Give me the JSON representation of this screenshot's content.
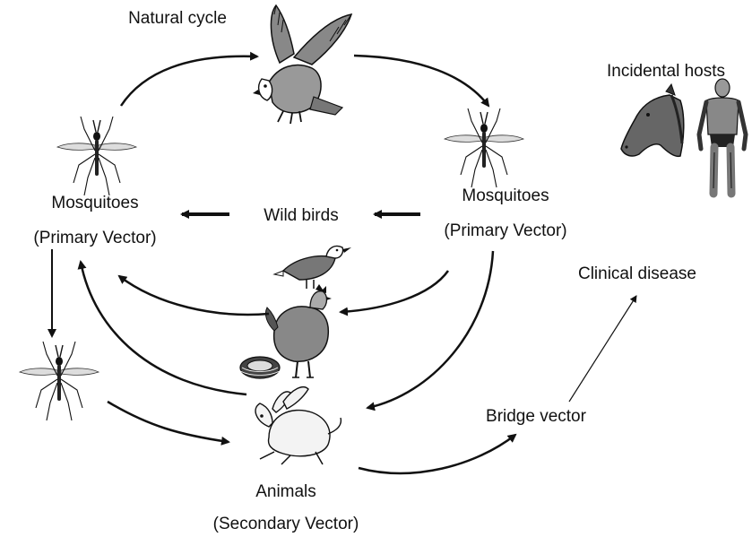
{
  "labels": {
    "natural_cycle": "Natural cycle",
    "incidental_hosts": "Incidental hosts",
    "mosquitoes_left_line1": "Mosquitoes",
    "mosquitoes_left_line2": "(Primary Vector)",
    "mosquitoes_right_line1": "Mosquitoes",
    "mosquitoes_right_line2": "(Primary Vector)",
    "wild_birds": "Wild birds",
    "clinical_disease": "Clinical disease",
    "bridge_vector": "Bridge vector",
    "animals_line1": "Animals",
    "animals_line2": "(Secondary Vector)"
  },
  "icons": {
    "eagle": "eagle-icon",
    "mosquito": "mosquito-icon",
    "horse": "horse-head-icon",
    "human": "human-figure-icon",
    "gull": "seagull-icon",
    "chicken": "chicken-icon",
    "nest": "nest-icon",
    "rabbit": "rabbit-icon"
  },
  "colors": {
    "ink": "#111111",
    "background": "#ffffff"
  }
}
